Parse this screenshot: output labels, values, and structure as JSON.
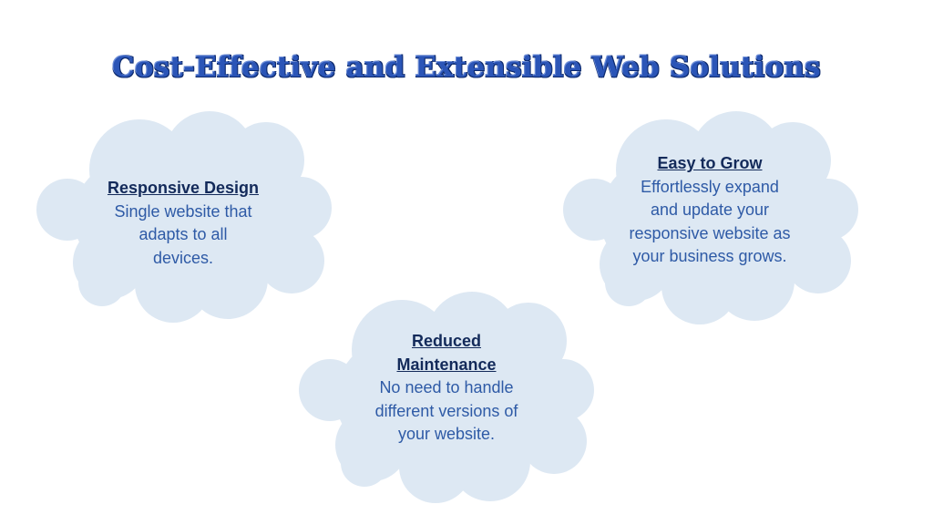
{
  "slide": {
    "title": "Cost-Effective and Extensible Web Solutions"
  },
  "clouds": [
    {
      "heading": "Responsive Design",
      "body": "Single website that adapts to all devices."
    },
    {
      "heading": "Easy to Grow",
      "body": "Effortlessly expand and update your responsive website as your business grows."
    },
    {
      "heading": "Reduced Maintenance",
      "body": "No need to handle different versions of your website."
    }
  ],
  "colors": {
    "cloud_fill": "#dde8f3",
    "title": "#2b55b7",
    "heading": "#132a5a",
    "body": "#2e5aa6"
  }
}
